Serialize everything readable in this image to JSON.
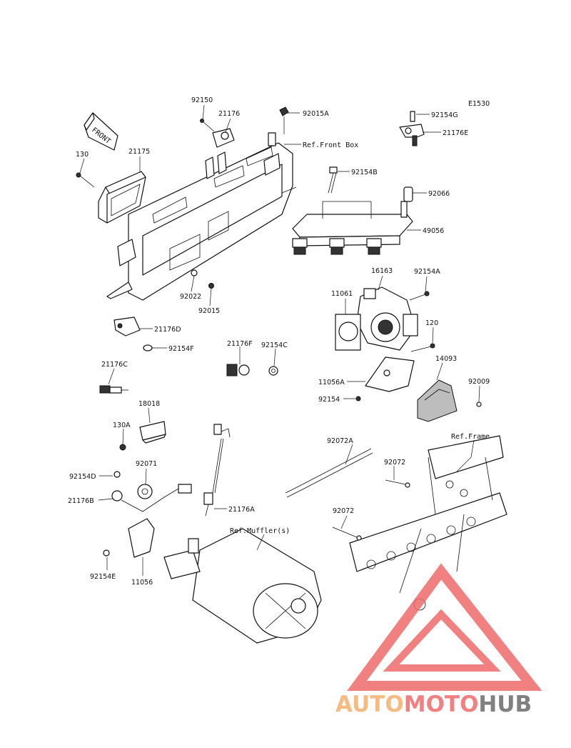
{
  "diagram_code": "E1530",
  "references": {
    "front": "FRONT",
    "front_box": "Ref.Front Box",
    "frame": "Ref.Frame",
    "mufflers": "Ref.Muffler(s)"
  },
  "parts": {
    "p92150": "92150",
    "p21176": "21176",
    "p92015A": "92015A",
    "p130": "130",
    "p21175": "21175",
    "p92022": "92022",
    "p92015": "92015",
    "p92154G": "92154G",
    "p21176E": "21176E",
    "p92154B": "92154B",
    "p92066": "92066",
    "p49056": "49056",
    "p16163": "16163",
    "p92154A": "92154A",
    "p11061": "11061",
    "p120": "120",
    "p14093": "14093",
    "p92009": "92009",
    "p11056A": "11056A",
    "p92154": "92154",
    "p21176D": "21176D",
    "p92154F": "92154F",
    "p21176F": "21176F",
    "p92154C": "92154C",
    "p21176C": "21176C",
    "p18018": "18018",
    "p130A": "130A",
    "p92072A": "92072A",
    "p92072_top": "92072",
    "p92072_bottom": "92072",
    "p92154D": "92154D",
    "p92071": "92071",
    "p21176B": "21176B",
    "p21176A": "21176A",
    "p92154E": "92154E",
    "p11056": "11056"
  },
  "watermark": {
    "part1": "AUTO",
    "part2": "MOTO",
    "part3": "HUB",
    "colors": {
      "orange": "#f5b06a",
      "red": "#ef6a6a",
      "gray": "#6b6b6b"
    }
  }
}
